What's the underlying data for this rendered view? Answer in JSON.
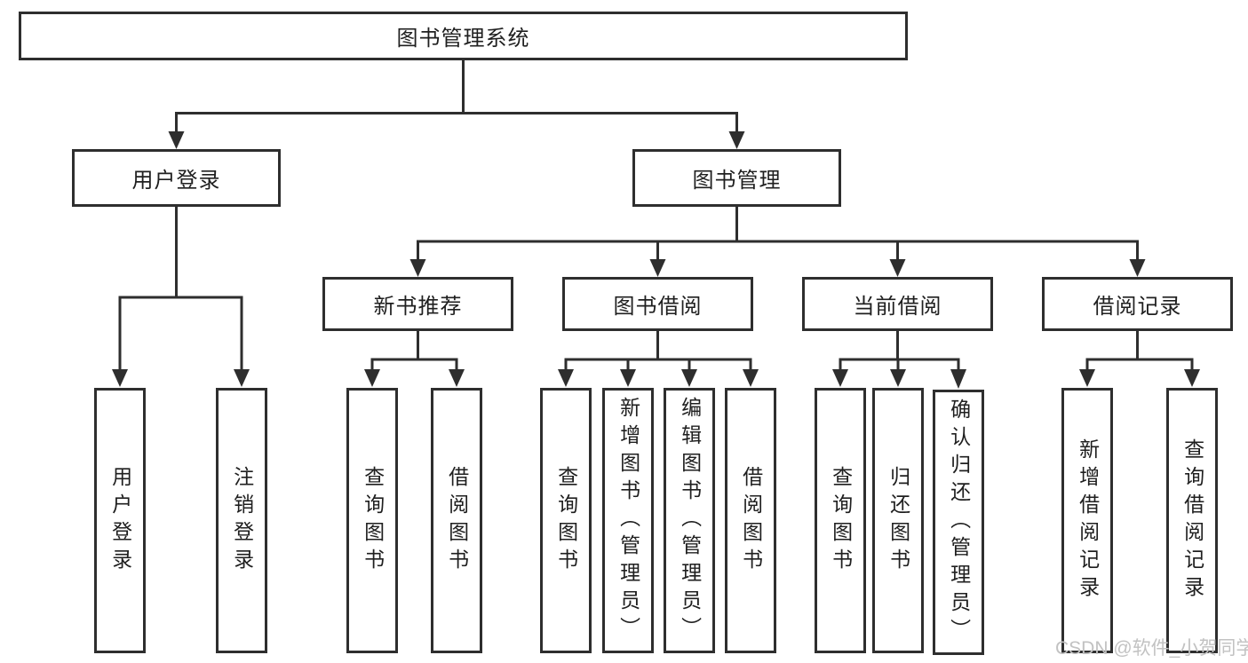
{
  "tree": {
    "root": {
      "label": "图书管理系统"
    },
    "level2": [
      {
        "label": "用户登录",
        "children": [
          "用户登录",
          "注销登录"
        ]
      },
      {
        "label": "图书管理"
      }
    ],
    "level3": [
      {
        "label": "新书推荐",
        "children": [
          "查询图书",
          "借阅图书"
        ]
      },
      {
        "label": "图书借阅",
        "children": [
          "查询图书",
          "新增图书（管理员）",
          "编辑图书（管理员）",
          "借阅图书"
        ]
      },
      {
        "label": "当前借阅",
        "children": [
          "查询图书",
          "归还图书",
          "确认归还（管理员）"
        ]
      },
      {
        "label": "借阅记录",
        "children": [
          "新增借阅记录",
          "查询借阅记录"
        ]
      }
    ]
  },
  "watermark": "CSDN @软件_小贺同学",
  "colors": {
    "line": "#2e2e2e",
    "box_border": "#2e2e2e",
    "text": "#1f1f1f",
    "watermark": "#c2c2c2",
    "background": "#ffffff"
  }
}
